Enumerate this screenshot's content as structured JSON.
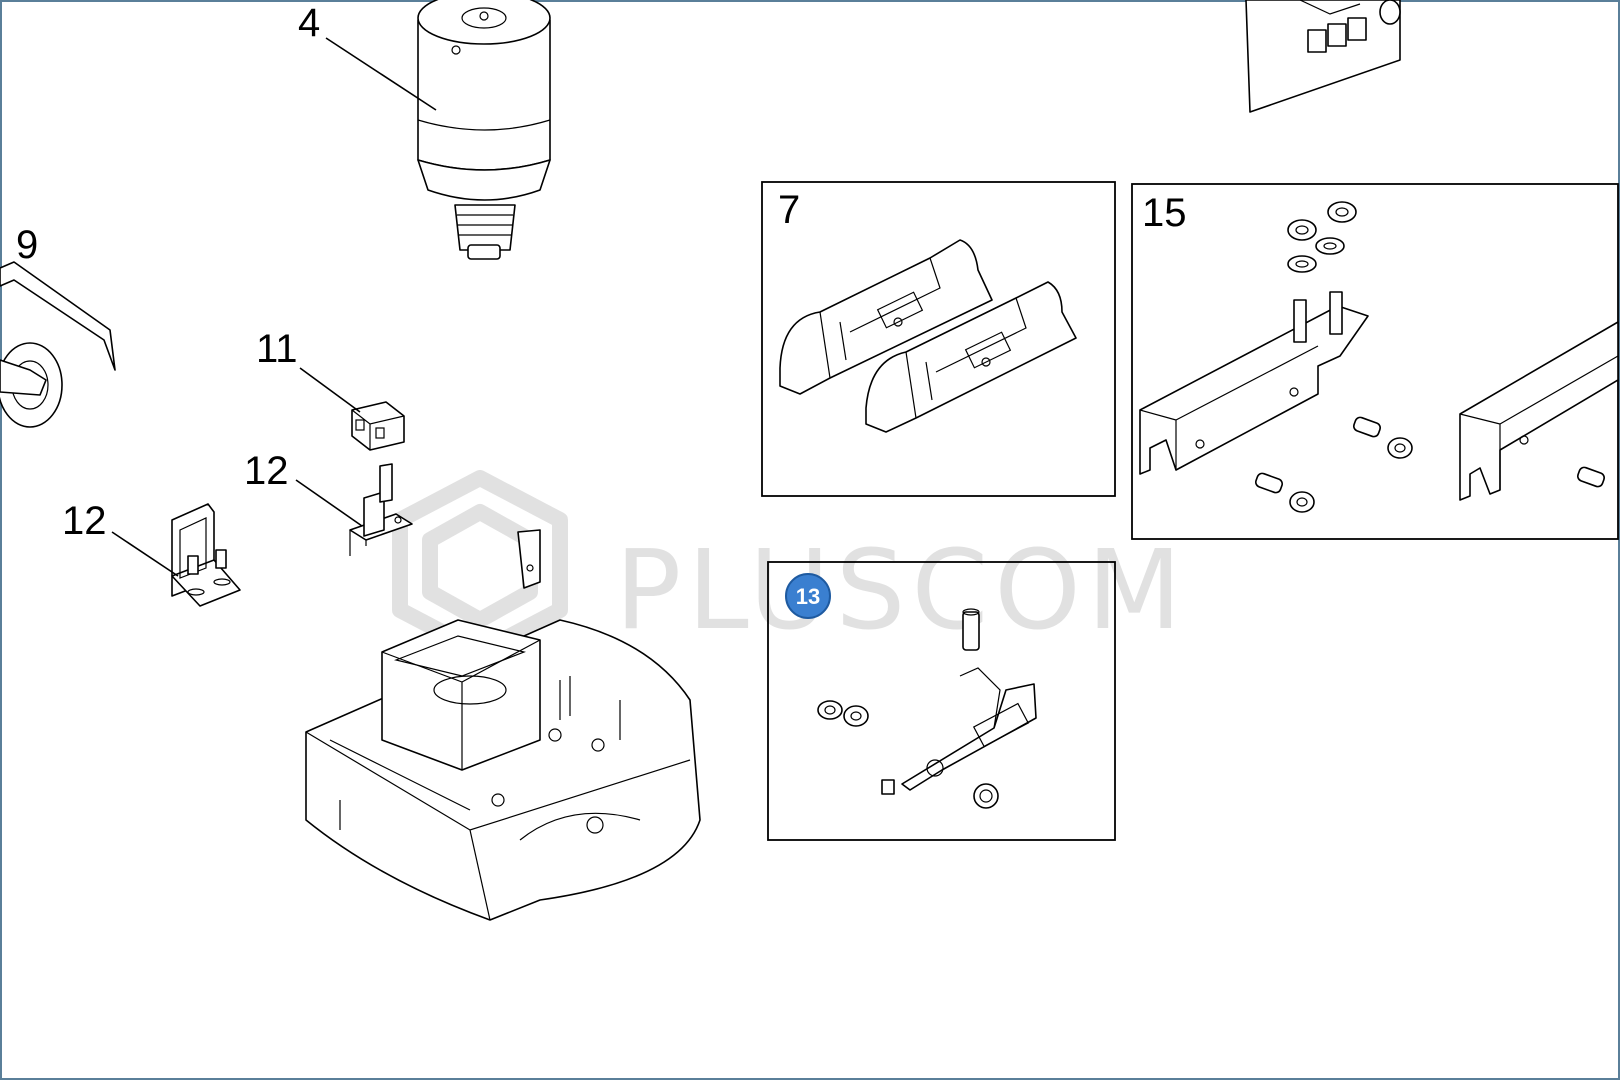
{
  "watermark": {
    "text": "PLUSCOM"
  },
  "callouts": {
    "motor": "4",
    "left_part": "9",
    "small_block": "11",
    "bracket_upper": "12",
    "bracket_lower": "12",
    "kit_7": "7",
    "kit_15": "15",
    "kit_13": "13"
  },
  "colors": {
    "badge": "#3a7fd0",
    "badge_text": "#ffffff",
    "watermark": "#dcdcdc",
    "line": "#000000"
  }
}
